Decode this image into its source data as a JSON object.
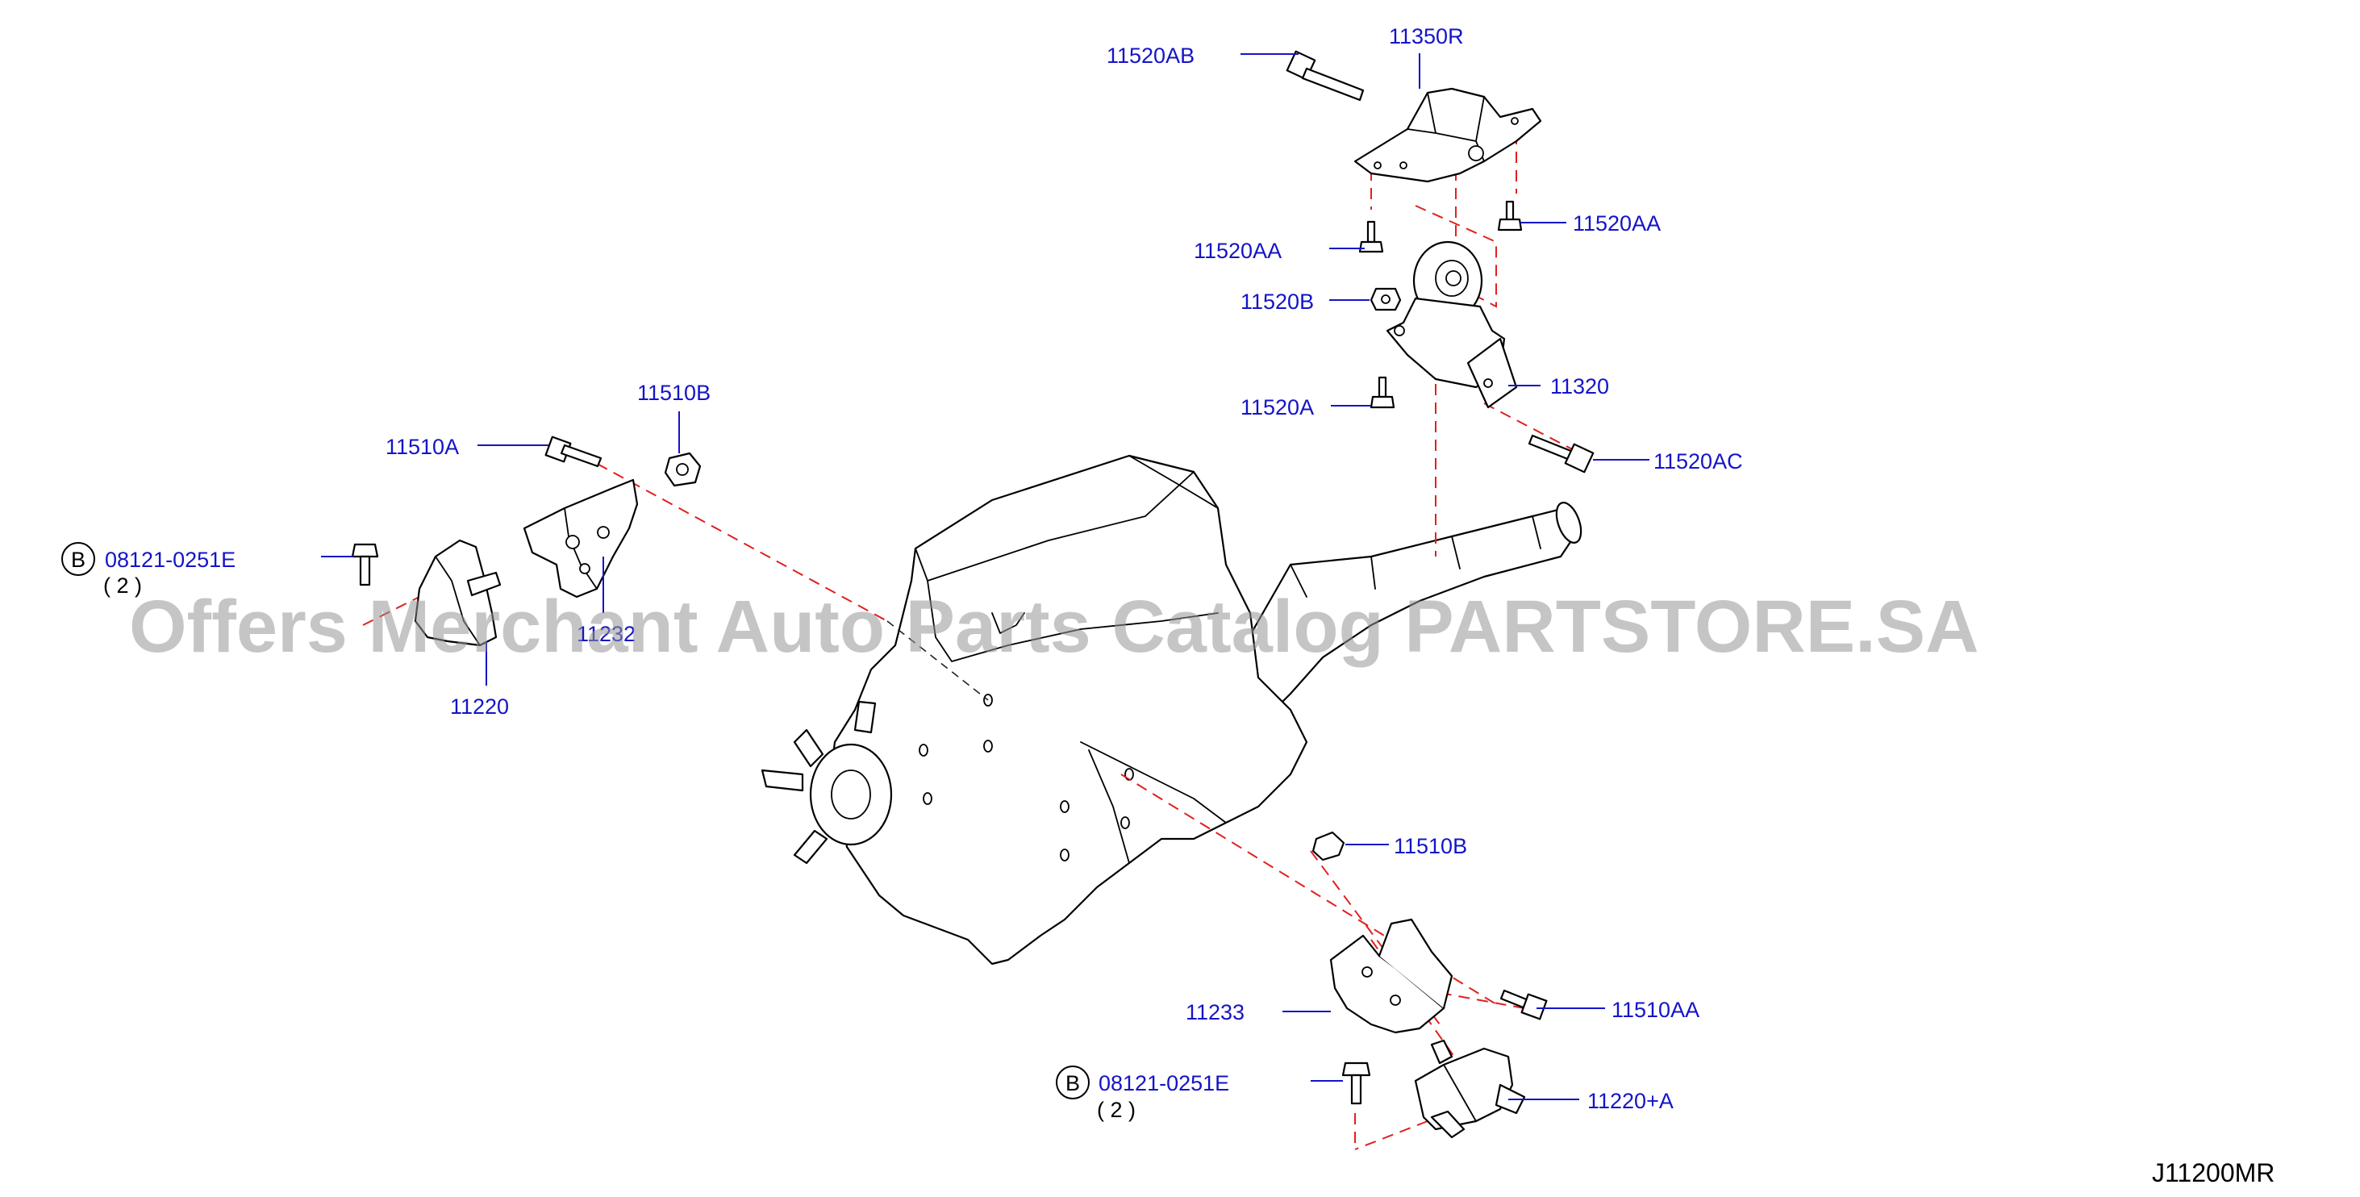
{
  "watermark": "Offers Merchant Auto Parts Catalog PARTSTORE.SA",
  "diagram_code": "J11200MR",
  "labels": {
    "p11520AB": "11520AB",
    "p11350R": "11350R",
    "p11520AA_right": "11520AA",
    "p11520AA_left": "11520AA",
    "p11520B": "11520B",
    "p11320": "11320",
    "p11520A": "11520A",
    "p11520AC": "11520AC",
    "p11510B_top": "11510B",
    "p11510A": "11510A",
    "p08121_top": "08121-0251E",
    "qty_top": "( 2 )",
    "p11232": "11232",
    "p11220": "11220",
    "p11510B_bottom": "11510B",
    "p11233": "11233",
    "p11510AA": "11510AA",
    "p08121_bottom": "08121-0251E",
    "qty_bottom": "( 2 )",
    "p11220A": "11220+A"
  },
  "badges": {
    "top": "B",
    "bottom": "B"
  }
}
